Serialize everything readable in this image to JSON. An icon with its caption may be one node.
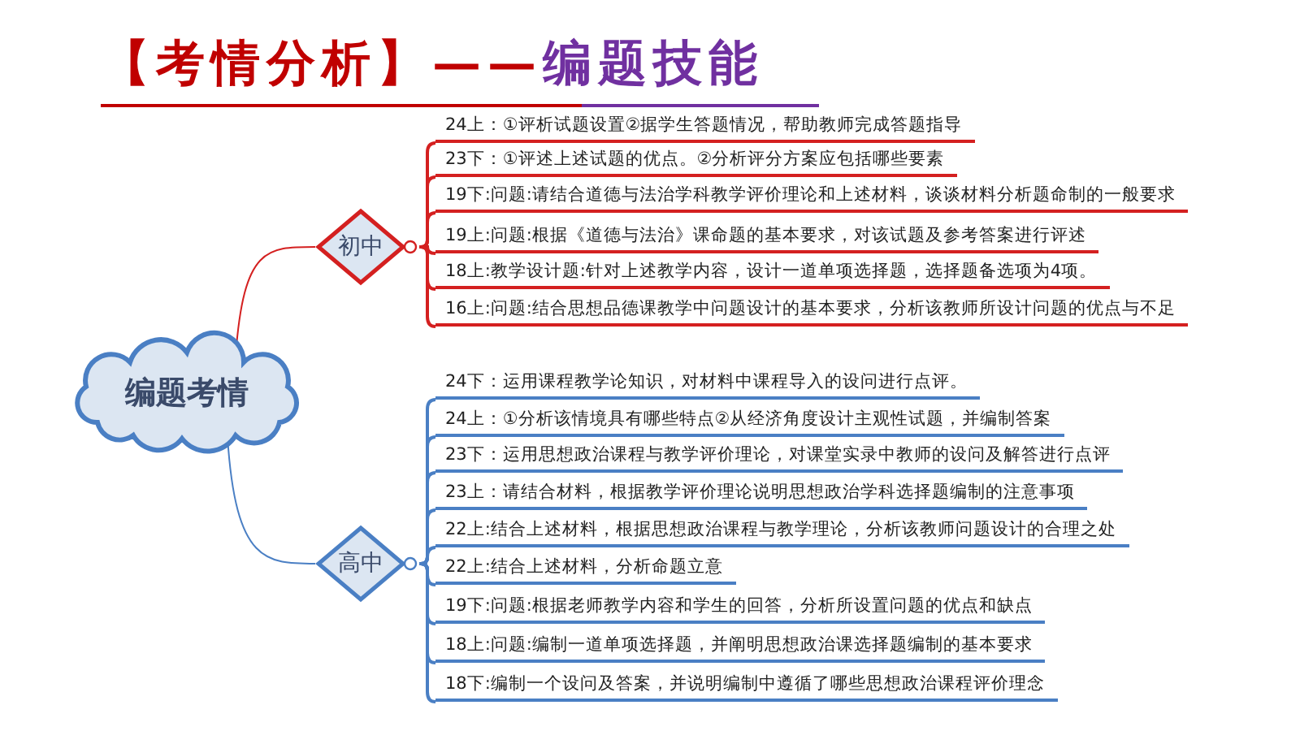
{
  "diagram": {
    "title": "【考情分析】——编题技能",
    "nodes": [
      {
        "text": [
          "编题考情"
        ]
      },
      {
        "text": [
          "初中"
        ]
      },
      {
        "text": [
          "高中"
        ]
      },
      {
        "text": [
          "24上：①评析试题设置②据学生答题情况，帮助教师完成答题指导"
        ]
      },
      {
        "text": [
          "23下：①评述上述试题的优点。②分析评分方案应包括哪些要素"
        ]
      },
      {
        "text": [
          "19下:问题:请结合道德与法治学科教学评价理论和上述材料，谈谈材料分析题命制的一般要求"
        ]
      },
      {
        "text": [
          "19上:问题:根据《道德与法治》课命题的基本要求，对该试题及参考答案进行评述"
        ]
      },
      {
        "text": [
          "18上:教学设计题:针对上述教学内容，设计一道单项选择题，选择题备选项为4项。"
        ]
      },
      {
        "text": [
          "16上:问题:结合思想品德课教学中问题设计的基本要求，分析该教师所设计问题的优点与不足"
        ]
      },
      {
        "text": [
          "24下：运用课程教学论知识，对材料中课程导入的设问进行点评。"
        ]
      },
      {
        "text": [
          "24上：①分析该情境具有哪些特点②从经济角度设计主观性试题，并编制答案"
        ]
      },
      {
        "text": [
          "23下：运用思想政治课程与教学评价理论，对课堂实录中教师的设问及解答进行点评"
        ]
      },
      {
        "text": [
          "23上：请结合材料，根据教学评价理论说明思想政治学科选择题编制的注意事项"
        ]
      },
      {
        "text": [
          "22上:结合上述材料，根据思想政治课程与教学理论，分析该教师问题设计的合理之处"
        ]
      },
      {
        "text": [
          "22上:结合上述材料，分析命题立意"
        ]
      },
      {
        "text": [
          "19下:问题:根据老师教学内容和学生的回答，分析所设置问题的优点和缺点"
        ]
      },
      {
        "text": [
          "18上:问题:编制一道单项选择题，并阐明思想政治课选择题编制的基本要求"
        ]
      },
      {
        "text": [
          "18下:编制一个设问及答案，并说明编制中遵循了哪些思想政治课程评价理念"
        ]
      }
    ],
    "edges": [
      {
        "from": 0,
        "to": 1,
        "arrow": "none",
        "color": "#d42020"
      },
      {
        "from": 0,
        "to": 2,
        "arrow": "none"
      },
      {
        "from": 1,
        "to": 3,
        "arrow": "none",
        "color": "#d42020"
      },
      {
        "from": 1,
        "to": 4,
        "arrow": "none",
        "color": "#d42020"
      },
      {
        "from": 1,
        "to": 5,
        "arrow": "none",
        "color": "#d42020"
      },
      {
        "from": 1,
        "to": 6,
        "arrow": "none",
        "color": "#d42020"
      },
      {
        "from": 1,
        "to": 7,
        "arrow": "none",
        "color": "#d42020"
      },
      {
        "from": 1,
        "to": 8,
        "arrow": "none",
        "color": "#d42020"
      },
      {
        "from": 2,
        "to": 9,
        "arrow": "none"
      },
      {
        "from": 2,
        "to": 10,
        "arrow": "none"
      },
      {
        "from": 2,
        "to": 11,
        "arrow": "none"
      },
      {
        "from": 2,
        "to": 12,
        "arrow": "none"
      },
      {
        "from": 2,
        "to": 13,
        "arrow": "none"
      },
      {
        "from": 2,
        "to": 14,
        "arrow": "none"
      },
      {
        "from": 2,
        "to": 15,
        "arrow": "none"
      },
      {
        "from": 2,
        "to": 16,
        "arrow": "none"
      },
      {
        "from": 2,
        "to": 17,
        "arrow": "none"
      }
    ]
  }
}
